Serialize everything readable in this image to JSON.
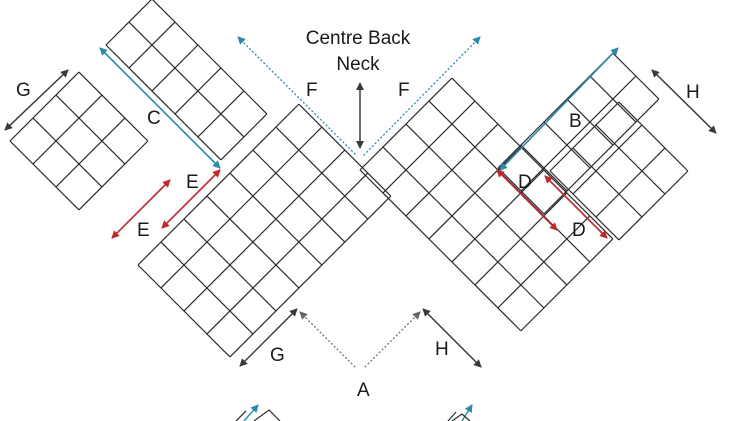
{
  "title_line1": "Centre Back",
  "title_line2": "Neck",
  "labels": {
    "A": "A",
    "B": "B",
    "C": "C",
    "D_upper": "D",
    "D_lower": "D",
    "E_upper": "E",
    "E_lower": "E",
    "F_left": "F",
    "F_right": "F",
    "G_left": "G",
    "G_bottom": "G",
    "H_right": "H",
    "H_bottom": "H"
  },
  "colors": {
    "grid": "#2b2b2b",
    "teal": "#2a8aa8",
    "red": "#c0282d",
    "gray": "#555555",
    "dark": "#3a3a3a"
  }
}
